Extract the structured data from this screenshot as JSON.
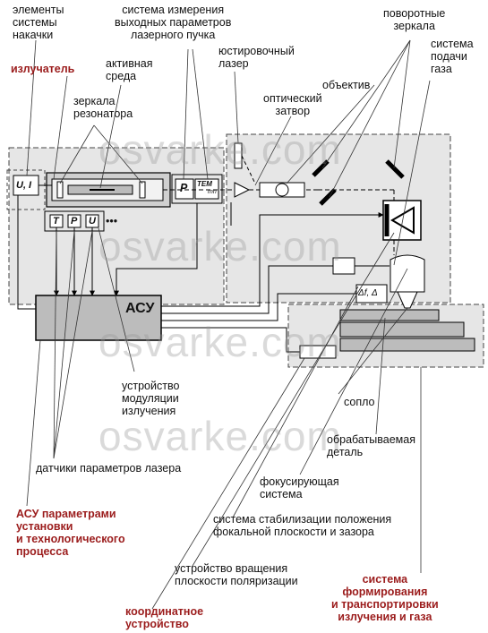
{
  "watermark": "osvarke.com",
  "colors": {
    "red_label": "#9b1c1c",
    "block_fill": "#d9d9d9",
    "dashed_fill": "#e6e6e6"
  },
  "labels": {
    "pump_system": "элементы\nсистемы\nнакачки",
    "beam_measure": "система измерения\nвыходных параметров\nлазерного пучка",
    "rotating_mirrors": "поворотные\nзеркала",
    "gas_supply": "система\nподачи\nгаза",
    "active_medium": "активная\nсреда",
    "alignment_laser": "юстировочный\nлазер",
    "emitter": "излучатель",
    "lens": "объектив",
    "resonator_mirrors": "зеркала\nрезонатора",
    "optical_shutter": "оптический\nзатвор",
    "modulation_device": "устройство\nмодуляции\nизлучения",
    "nozzle": "сопло",
    "workpiece": "обрабатываемая\nдеталь",
    "laser_sensors": "датчики параметров лазера",
    "focusing_system": "фокусирующая\nсистема",
    "acs_process": "АСУ параметрами\nустановки\nи технологического\nпроцесса",
    "focal_stabilization": "система стабилизации положения\nфокальной плоскости и зазора",
    "polarization_rotation": "устройство вращения\nплоскости поляризации",
    "coordinate_device": "координатное\nустройство",
    "beam_gas_system": "система\nформирования\nи транспортировки\nизлучения и газа"
  },
  "blocks": {
    "acs": "АСУ",
    "ui": "U, I",
    "power": "P",
    "tem": "TEM",
    "tem_sub": "mn",
    "sensor_t": "T",
    "sensor_p": "P",
    "sensor_u": "U",
    "dots": "•••",
    "delta": "Δf, Δ"
  }
}
